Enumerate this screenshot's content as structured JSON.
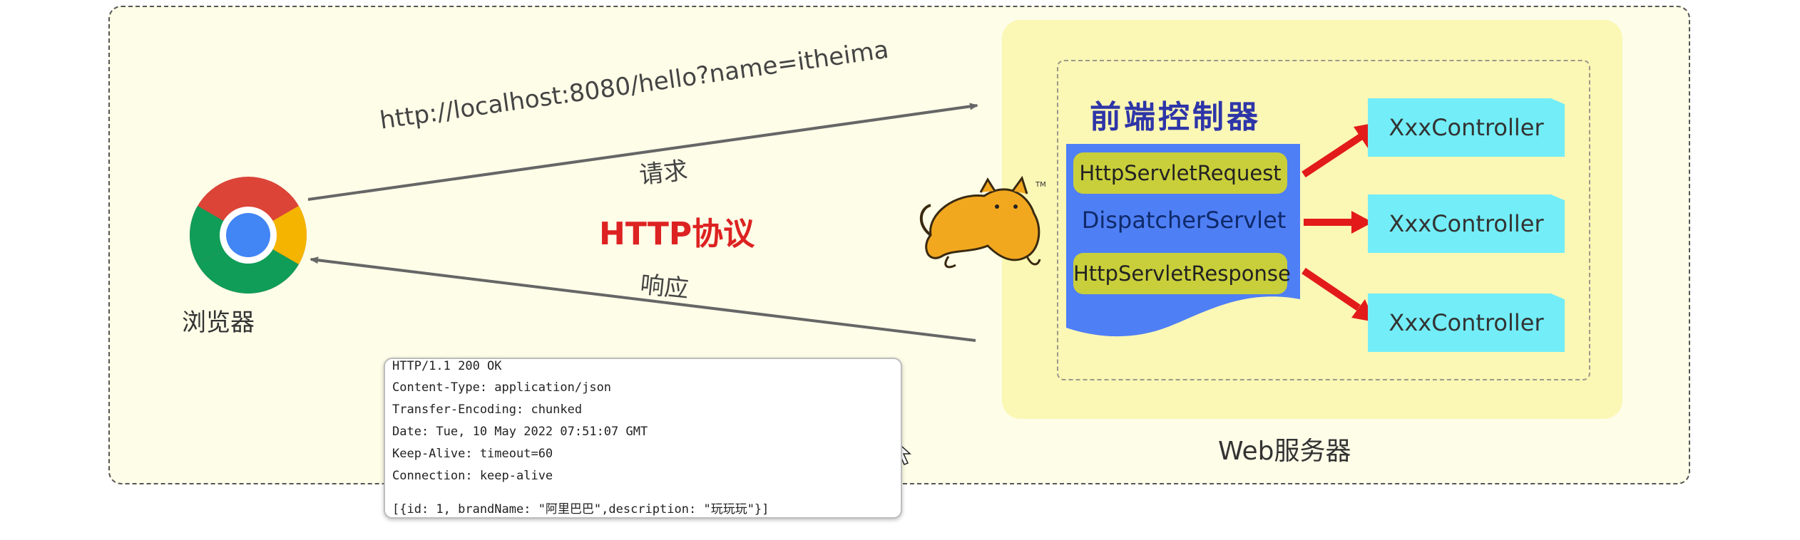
{
  "browser": {
    "label": "浏览器"
  },
  "request": {
    "url": "http://localhost:8080/hello?name=itheima",
    "label": "请求"
  },
  "protocol": {
    "label": "HTTP协议"
  },
  "response": {
    "label": "响应"
  },
  "server": {
    "label": "Web服务器",
    "front_controller_label": "前端控制器",
    "request_object": "HttpServletRequest",
    "dispatcher": "DispatcherServlet",
    "response_object": "HttpServletResponse",
    "controllers": [
      "XxxController",
      "XxxController",
      "XxxController"
    ]
  },
  "http_response": {
    "lines": [
      "HTTP/1.1 200 OK",
      "Content-Type: application/json",
      "Transfer-Encoding: chunked",
      "Date: Tue, 10 May 2022 07:51:07 GMT",
      "Keep-Alive: timeout=60",
      "Connection: keep-alive"
    ],
    "body": "[{id: 1, brandName: \"阿里巴巴\",description: \"玩玩玩\"}]"
  },
  "colors": {
    "servlet_blue": "#4f7ff5",
    "pill_yellow": "#c9cf3a",
    "controller_cyan": "#73edf7",
    "arrow_red": "#e21a1a",
    "protocol_red": "#dd2222"
  }
}
